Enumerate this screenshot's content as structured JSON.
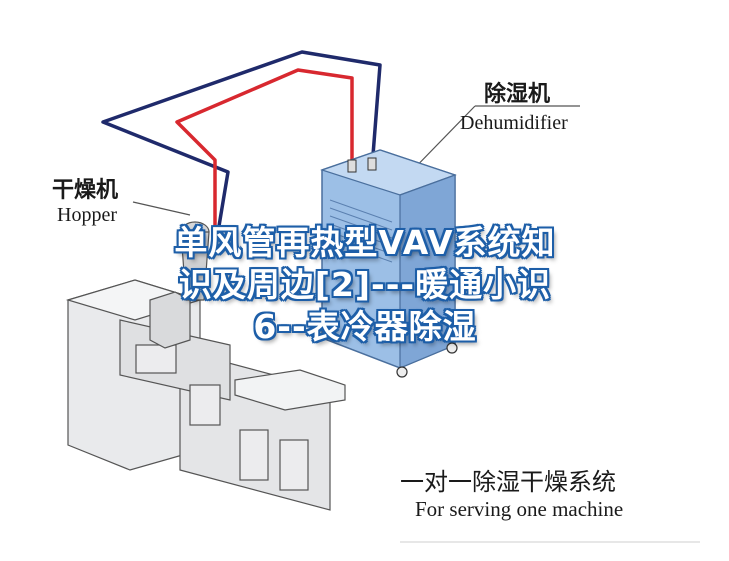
{
  "labels": {
    "dehumidifier_cn": "除湿机",
    "dehumidifier_en": "Dehumidifier",
    "hopper_cn": "干燥机",
    "hopper_en": "Hopper",
    "system_cn": "一对一除湿干燥系统",
    "system_en": "For serving one machine"
  },
  "headline": {
    "line1": "单风管再热型VAV系统知",
    "line2": "识及周边[2]---暖通小识",
    "line3": "6--表冷器除湿"
  },
  "colors": {
    "pipe_red": "#d8282f",
    "pipe_navy": "#1f2a6b",
    "dehumidifier_blue": "#8fb4e0",
    "machine_gray": "#e6e7e9",
    "headline_outline": "#1e5fa8"
  }
}
